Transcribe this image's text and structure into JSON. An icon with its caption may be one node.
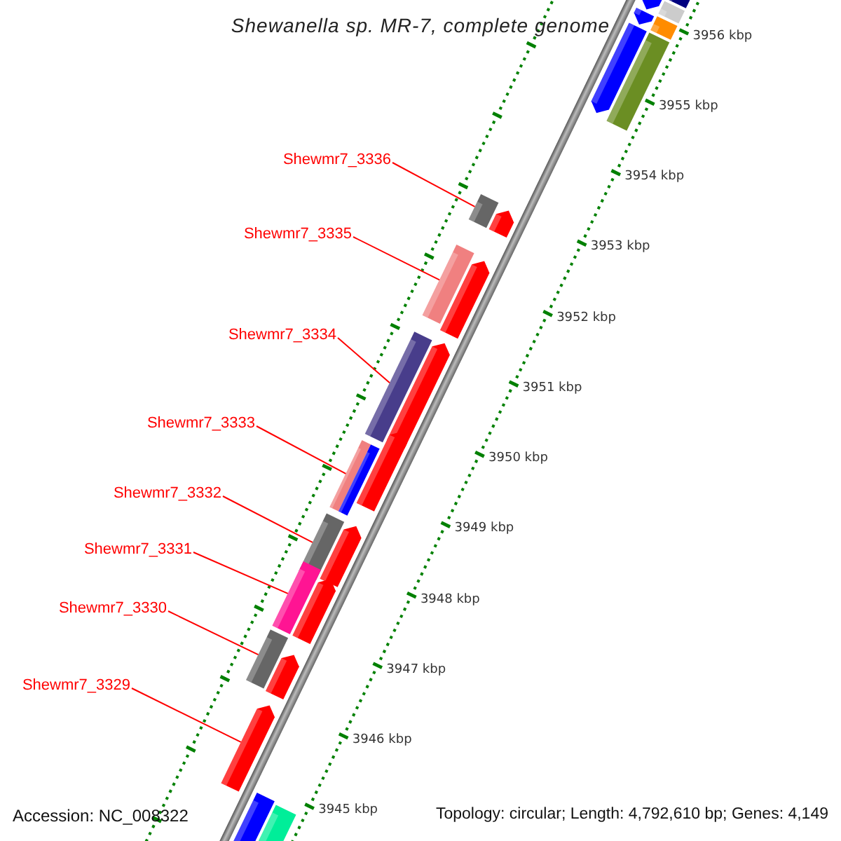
{
  "diagram": {
    "title": "Shewanella sp. MR-7, complete genome",
    "nodes": [
      {
        "text": [
          "Shewmr7_3336"
        ]
      },
      {
        "text": [
          "Shewmr7_3335"
        ]
      },
      {
        "text": [
          "Shewmr7_3334"
        ]
      },
      {
        "text": [
          "Shewmr7_3333"
        ]
      },
      {
        "text": [
          "Shewmr7_3332"
        ]
      },
      {
        "text": [
          "Shewmr7_3331"
        ]
      },
      {
        "text": [
          "Shewmr7_3330"
        ]
      },
      {
        "text": [
          "Shewmr7_3329"
        ]
      },
      {
        "text": [],
        "shape": "bar"
      },
      {
        "text": [],
        "shape": "arrow"
      },
      {
        "text": [],
        "shape": "bar"
      },
      {
        "text": [],
        "shape": "arrow"
      },
      {
        "text": [],
        "shape": "bar"
      },
      {
        "text": [],
        "shape": "arrow"
      },
      {
        "text": [],
        "shape": "bar"
      },
      {
        "text": [],
        "shape": "bar"
      },
      {
        "text": [],
        "shape": "arrow"
      },
      {
        "text": [],
        "shape": "bar"
      },
      {
        "text": [],
        "shape": "arrow"
      },
      {
        "text": [],
        "shape": "bar"
      },
      {
        "text": [],
        "shape": "arrow"
      },
      {
        "text": [],
        "shape": "bar"
      },
      {
        "text": [],
        "shape": "bar"
      },
      {
        "text": [],
        "shape": "arrow"
      },
      {
        "text": [],
        "shape": "bar"
      },
      {
        "text": [],
        "shape": "arrow"
      },
      {
        "text": [],
        "shape": "bar"
      },
      {
        "text": [],
        "shape": "arrow"
      },
      {
        "text": [],
        "shape": "bar"
      },
      {
        "text": [],
        "shape": "arrow"
      },
      {
        "text": [],
        "shape": "arrow"
      },
      {
        "text": [],
        "shape": "bar"
      },
      {
        "text": [],
        "shape": "bar"
      }
    ],
    "edges": [
      {
        "from": 0,
        "to": 15,
        "arrow": "none"
      },
      {
        "from": 1,
        "to": 17,
        "arrow": "none"
      },
      {
        "from": 2,
        "to": 19,
        "arrow": "none"
      },
      {
        "from": 3,
        "to": 21,
        "arrow": "none"
      },
      {
        "from": 4,
        "to": 24,
        "arrow": "none"
      },
      {
        "from": 5,
        "to": 26,
        "arrow": "none"
      },
      {
        "from": 6,
        "to": 28,
        "arrow": "none"
      },
      {
        "from": 7,
        "to": 30,
        "arrow": "none"
      }
    ],
    "labels": [
      "3956 kbp",
      "3955 kbp",
      "3954 kbp",
      "3953 kbp",
      "3952 kbp",
      "3951 kbp",
      "3950 kbp",
      "3949 kbp",
      "3948 kbp",
      "3947 kbp",
      "3946 kbp",
      "3945 kbp",
      "Accession: NC_008322",
      "Topology: circular; Length: 4,792,610 bp; Genes: 4,149"
    ]
  }
}
